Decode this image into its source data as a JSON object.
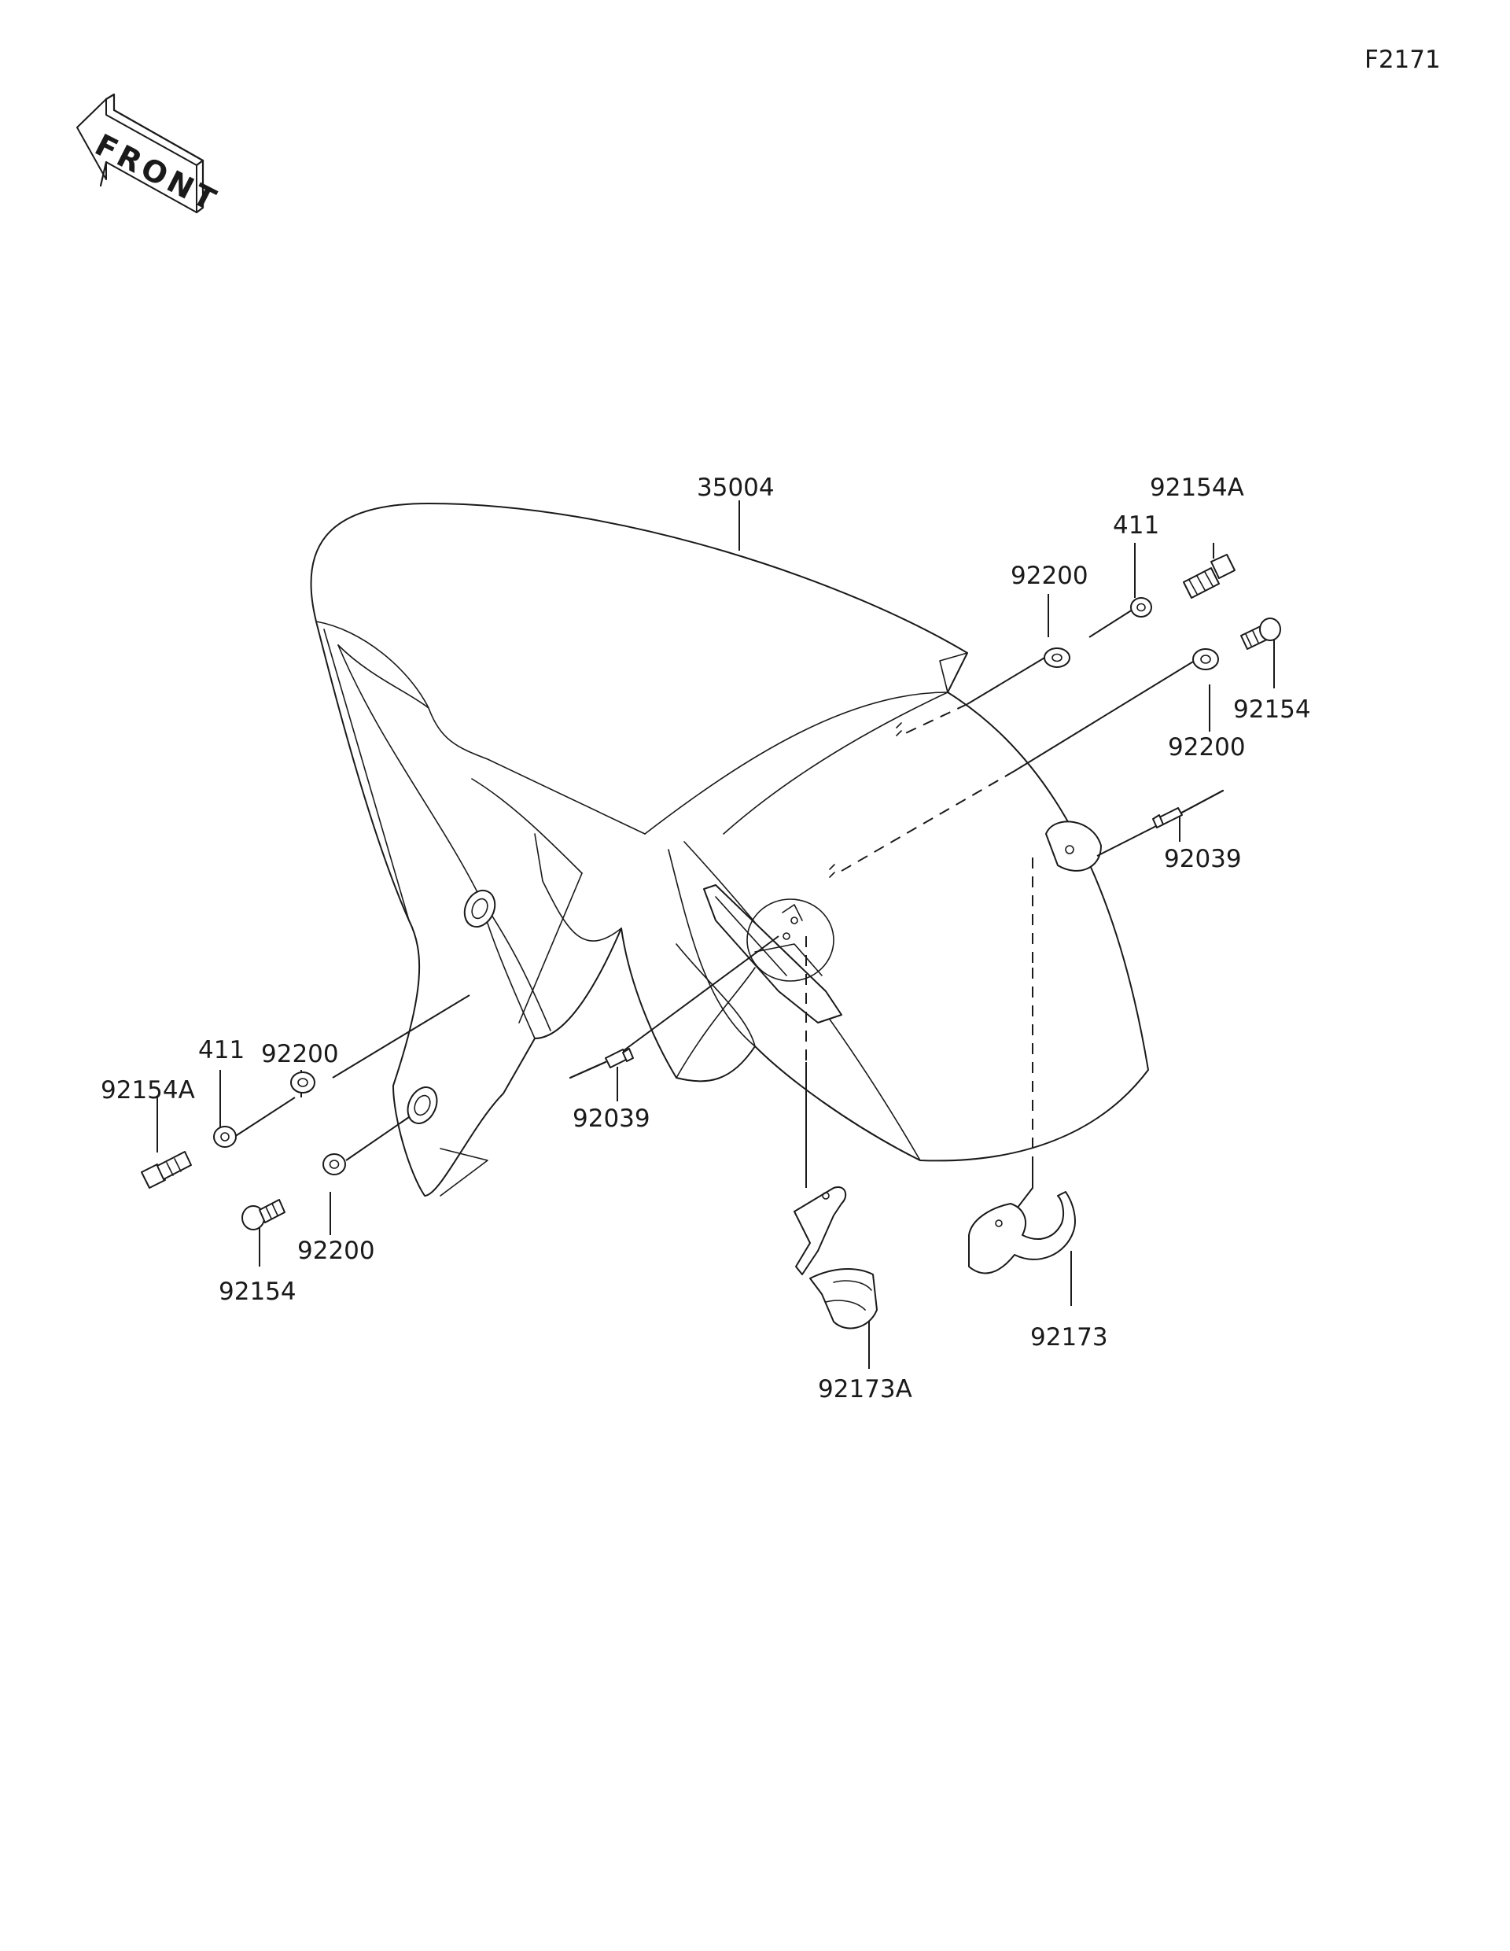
{
  "diagram": {
    "figure_code": "F2171",
    "front_marker": "FRONT",
    "labels": {
      "fender": "35004",
      "washer_small_right": "411",
      "bolt_right": "92154A",
      "washer_right_upper": "92200",
      "washer_right_lower": "92200",
      "screw_right": "92154",
      "rivet_right": "92039",
      "rivet_center": "92039",
      "washer_left_upper": "92200",
      "washer_small_left": "411",
      "bolt_left": "92154A",
      "washer_left_lower": "92200",
      "screw_left": "92154",
      "clamp_center": "92173A",
      "clamp_right": "92173"
    }
  }
}
